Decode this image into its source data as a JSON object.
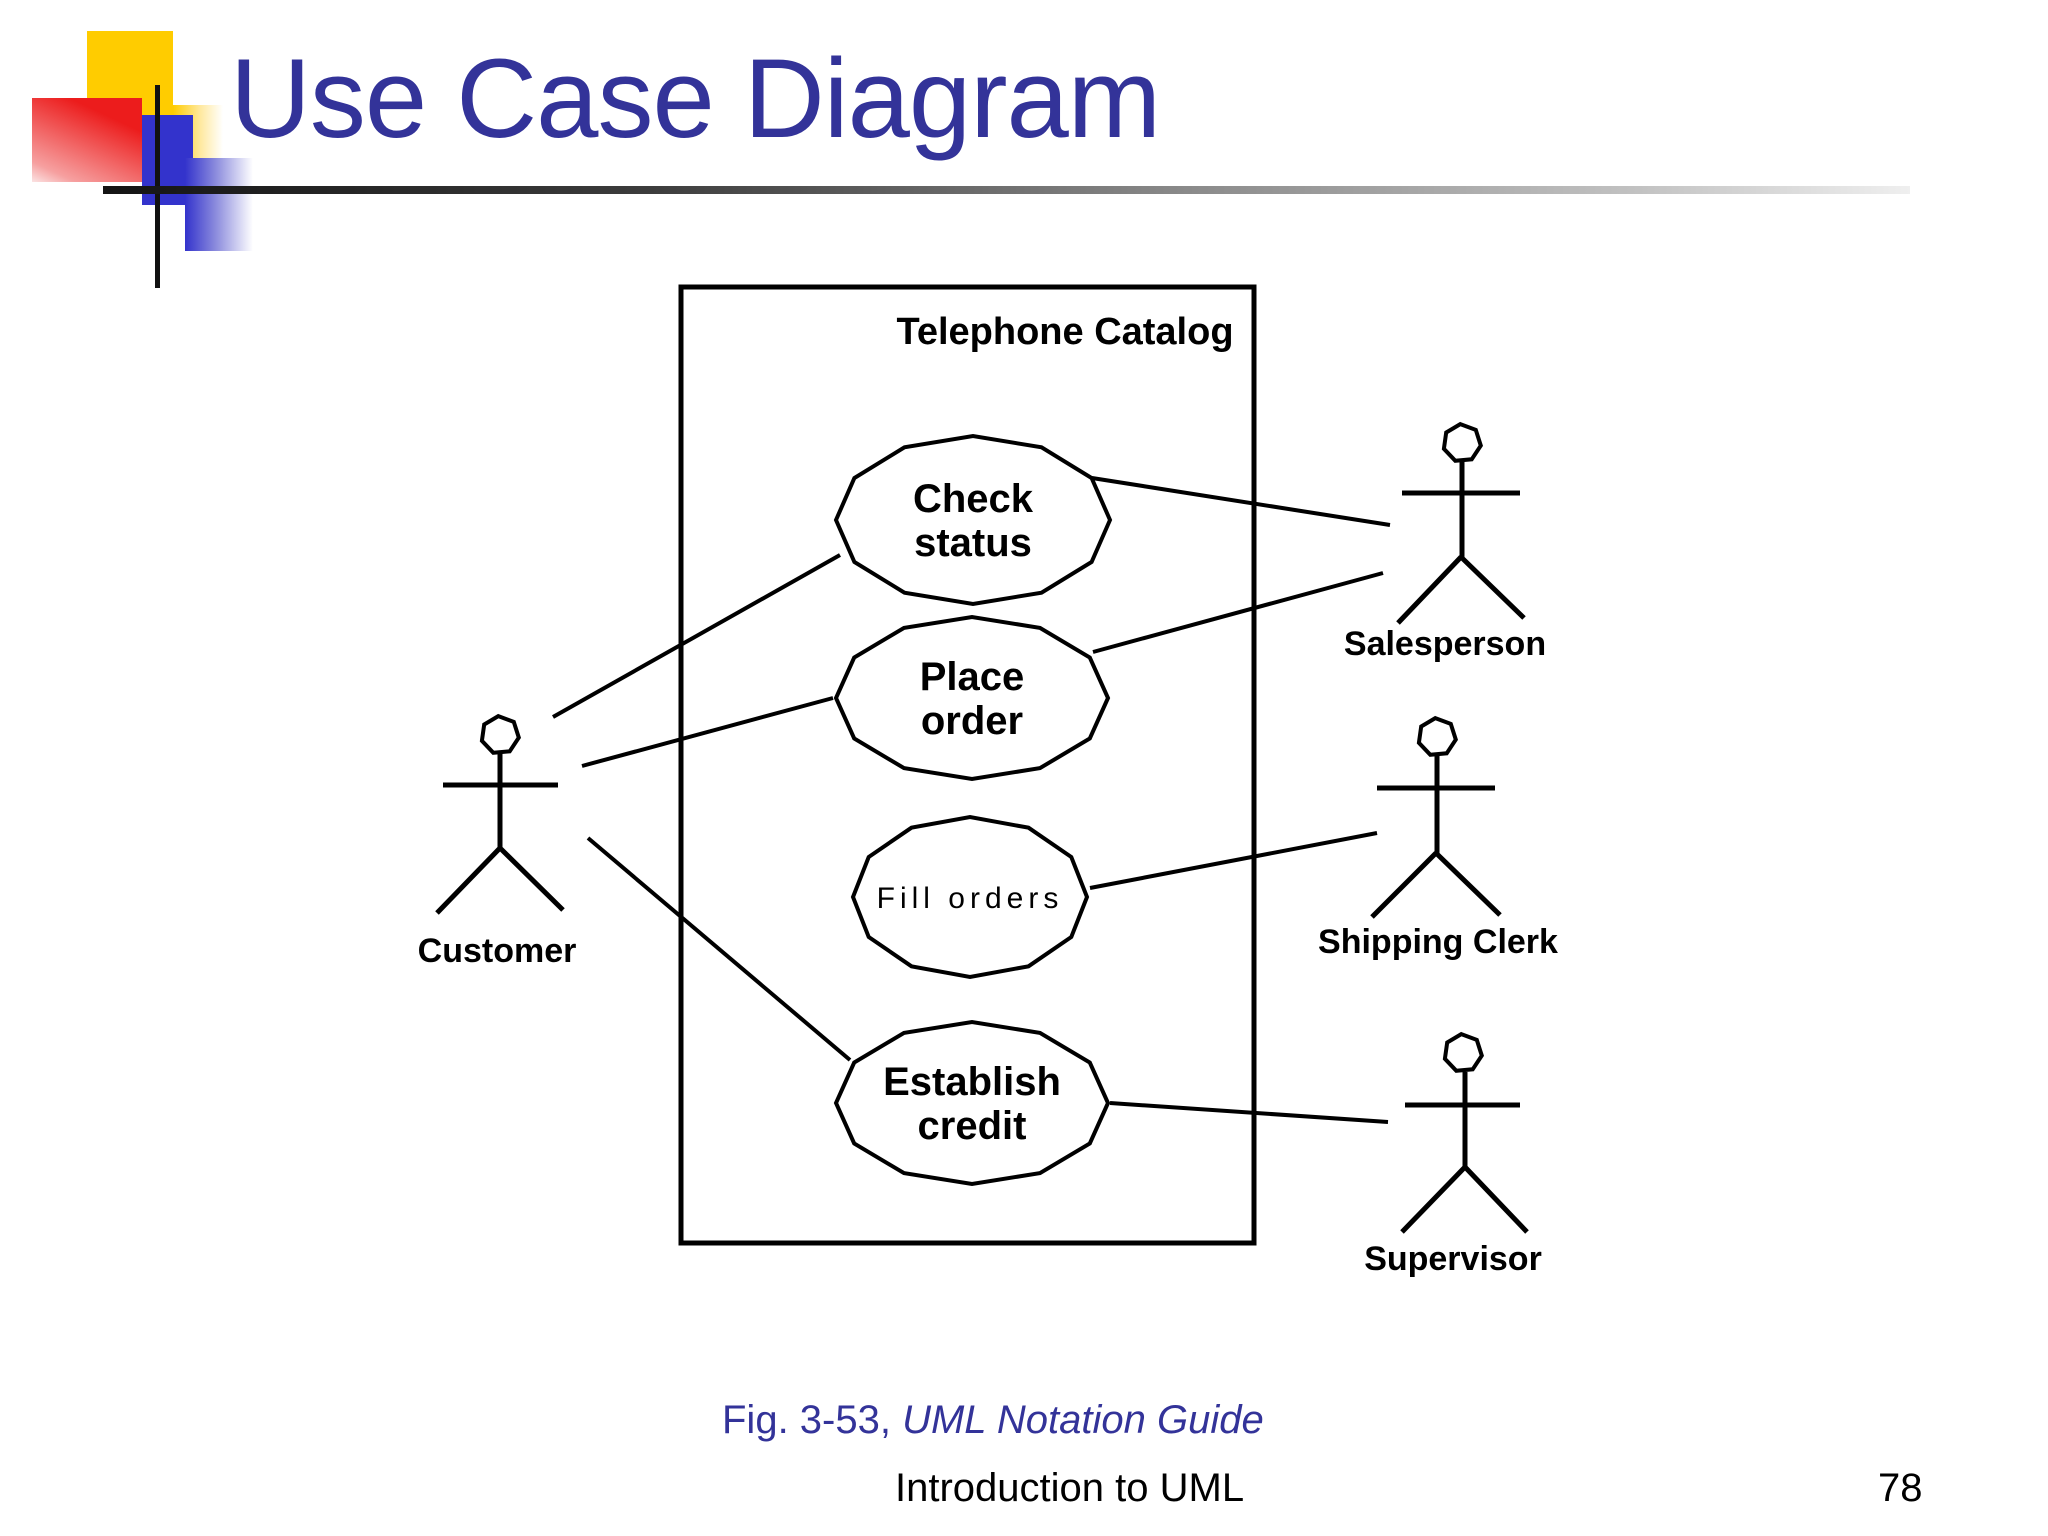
{
  "slide": {
    "title": "Use Case Diagram",
    "caption_fig_prefix": "Fig. 3-53, ",
    "caption_fig_italic": "UML Notation Guide",
    "footer": "Introduction to UML",
    "page_number": "78"
  },
  "colors": {
    "accent": "#333399",
    "diagram_line": "#000000",
    "deco_yellow": "#FFCC00",
    "deco_red": "#EC1C1C",
    "deco_blue": "#3333CC"
  },
  "diagram": {
    "system_label": "Telephone Catalog",
    "use_cases": [
      {
        "id": "check-status",
        "lines": [
          "Check",
          "status"
        ]
      },
      {
        "id": "place-order",
        "lines": [
          "Place",
          "order"
        ]
      },
      {
        "id": "fill-orders",
        "lines": [
          "Fill orders"
        ]
      },
      {
        "id": "establish-credit",
        "lines": [
          "Establish",
          "credit"
        ]
      }
    ],
    "actors": [
      {
        "id": "customer",
        "label": "Customer"
      },
      {
        "id": "salesperson",
        "label": "Salesperson"
      },
      {
        "id": "shipping-clerk",
        "label": "Shipping Clerk"
      },
      {
        "id": "supervisor",
        "label": "Supervisor"
      }
    ],
    "associations": [
      {
        "from": "Customer",
        "to": "Check status"
      },
      {
        "from": "Customer",
        "to": "Place order"
      },
      {
        "from": "Customer",
        "to": "Establish credit"
      },
      {
        "from": "Check status",
        "to": "Salesperson"
      },
      {
        "from": "Place order",
        "to": "Salesperson"
      },
      {
        "from": "Fill orders",
        "to": "Shipping Clerk"
      },
      {
        "from": "Establish credit",
        "to": "Supervisor"
      }
    ]
  }
}
